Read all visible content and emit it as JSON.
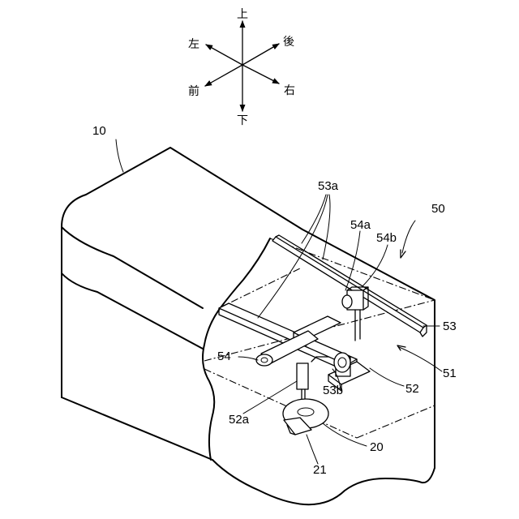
{
  "directions": {
    "up": "上",
    "down": "下",
    "left": "左",
    "right": "右",
    "front": "前",
    "back": "後"
  },
  "labels": {
    "l10": "10",
    "l50": "50",
    "l51": "51",
    "l52": "52",
    "l52a": "52a",
    "l53": "53",
    "l53a": "53a",
    "l53b": "53b",
    "l54": "54",
    "l54a": "54a",
    "l54b": "54b",
    "l20": "20",
    "l21": "21"
  }
}
